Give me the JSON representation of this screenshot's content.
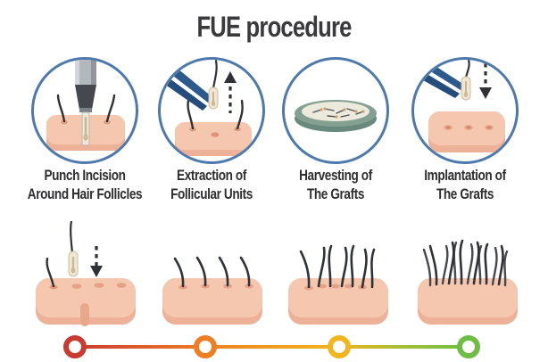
{
  "title": "FUE procedure",
  "steps": [
    {
      "line1": "Punch Incision",
      "line2": "Around Hair Follicles",
      "icon": "punch-incision-icon"
    },
    {
      "line1": "Extraction of",
      "line2": "Follicular Units",
      "icon": "extraction-tweezers-icon"
    },
    {
      "line1": "Harvesting of",
      "line2": "The Grafts",
      "icon": "petri-dish-icon"
    },
    {
      "line1": "Implantation of",
      "line2": "The Grafts",
      "icon": "implantation-tweezers-icon"
    }
  ],
  "stages": {
    "icons": [
      "graft-insertion-icon",
      "early-hair-growth-icon",
      "partial-hair-growth-icon",
      "full-hair-growth-icon"
    ]
  },
  "timeline": {
    "dot_colors": [
      "#c93a31",
      "#ef7d24",
      "#f2b51e",
      "#6ebe45"
    ],
    "line_gradient": [
      "#c93a31",
      "#ef7d24",
      "#f2b51e",
      "#6ebe45"
    ]
  },
  "colors": {
    "title_text": "#3a3a3c",
    "circle_outline": "#4d79ac",
    "skin": "#f6c7af",
    "skin_shadow": "#edb198",
    "hole": "#e09b7f",
    "hair": "#2f3237",
    "tweezers_blue": "#2c5a8c",
    "petri_rim": "#84a093",
    "graft_tube": "#efe6d4",
    "background": "#ffffff"
  }
}
